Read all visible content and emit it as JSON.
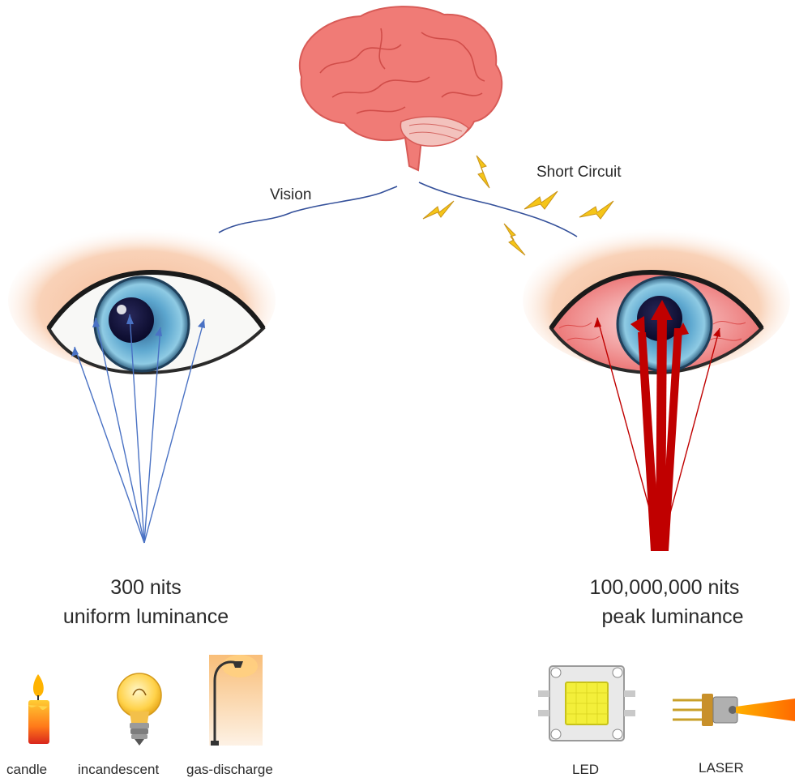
{
  "wires": {
    "vision_label": "Vision",
    "short_label": "Short Circuit"
  },
  "left_panel": {
    "value": "300 nits",
    "description": "uniform luminance",
    "sources": [
      "candle",
      "incandescent",
      "gas-discharge"
    ]
  },
  "right_panel": {
    "value": "100,000,000 nits",
    "description": "peak luminance",
    "sources": [
      "LED",
      "LASER"
    ]
  },
  "icons": [
    "brain-icon",
    "lightning-icon",
    "eye-icon",
    "bloodshot-eye-icon",
    "candle-icon",
    "light-bulb-icon",
    "street-lamp-icon",
    "led-chip-icon",
    "laser-diode-icon"
  ],
  "colors": {
    "brain": "#f07b76",
    "normal_rays": "#4a72c4",
    "intense_rays": "#c00000",
    "lightning": "#f5c518",
    "nerve": "#34509a"
  }
}
